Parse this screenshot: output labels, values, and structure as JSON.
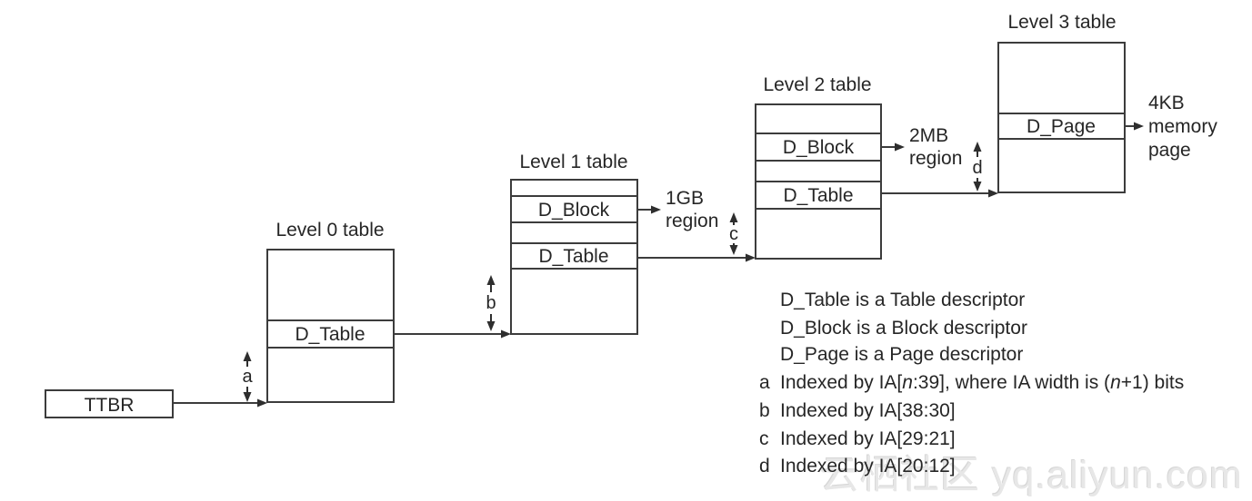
{
  "diagram": {
    "ttbr_label": "TTBR",
    "level0": {
      "title": "Level 0 table",
      "d_table": "D_Table"
    },
    "level1": {
      "title": "Level 1 table",
      "d_block": "D_Block",
      "d_table": "D_Table"
    },
    "level2": {
      "title": "Level 2 table",
      "d_block": "D_Block",
      "d_table": "D_Table"
    },
    "level3": {
      "title": "Level 3 table",
      "d_page": "D_Page"
    },
    "outputs": {
      "gb1": {
        "l1": "1GB",
        "l2": "region"
      },
      "mb2": {
        "l1": "2MB",
        "l2": "region"
      },
      "kb4": {
        "l1": "4KB",
        "l2": "memory",
        "l3": "page"
      }
    },
    "index_arrows": {
      "a": "a",
      "b": "b",
      "c": "c",
      "d": "d"
    }
  },
  "legend": {
    "line1": "D_Table is a Table descriptor",
    "line2": "D_Block is a Block descriptor",
    "line3": "D_Page is a Page descriptor",
    "a_key": "a",
    "a_pre": "Indexed by IA[",
    "a_n1": "n",
    "a_mid": ":39], where IA width is (",
    "a_n2": "n",
    "a_post": "+1) bits",
    "b_key": "b",
    "b_text": "Indexed by IA[38:30]",
    "c_key": "c",
    "c_text": "Indexed by IA[29:21]",
    "d_key": "d",
    "d_text": "Indexed by IA[20:12]"
  },
  "watermark": "云栖社区 yq.aliyun.com",
  "colors": {
    "background": "#ffffff",
    "line": "#3c3c3c",
    "text": "#262626",
    "watermark": "#e7e7e7"
  }
}
